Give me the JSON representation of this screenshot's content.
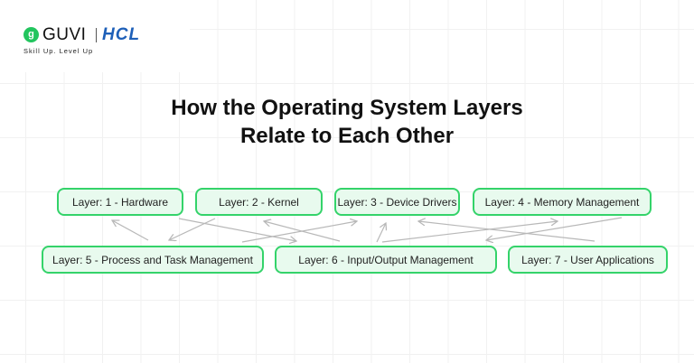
{
  "brand": {
    "logo_text": "GUVI",
    "partner_text": "HCL",
    "tagline": "Skill Up. Level Up",
    "accent_color": "#22c55e",
    "partner_color": "#1d5fb8"
  },
  "title": {
    "line1": "How the Operating System Layers",
    "line2": "Relate to Each Other"
  },
  "layers": [
    {
      "label": "Layer: 1 - Hardware"
    },
    {
      "label": "Layer: 2 - Kernel"
    },
    {
      "label": "Layer: 3 - Device Drivers"
    },
    {
      "label": "Layer: 4 - Memory Management"
    },
    {
      "label": "Layer: 5 - Process and Task Management"
    },
    {
      "label": "Layer: 6 - Input/Output Management"
    },
    {
      "label": "Layer: 7 - User Applications"
    }
  ],
  "style": {
    "box_border": "#34d36a",
    "box_fill": "#e8faee",
    "arrow_color": "#b8b8b8"
  }
}
